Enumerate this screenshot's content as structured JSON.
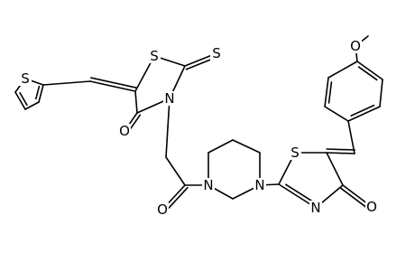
{
  "diagram": {
    "type": "chemical-structure",
    "atom_labels": {
      "s_thiophene": "S",
      "s_rhodanine_ring": "S",
      "s_thione": "S",
      "n_rhodanine": "N",
      "o_rhodanine": "O",
      "o_amide": "O",
      "n_piperazine_left": "N",
      "n_piperazine_right": "N",
      "s_thiazolone": "S",
      "n_thiazolone": "N",
      "o_thiazolone": "O",
      "o_methoxy": "O"
    }
  }
}
